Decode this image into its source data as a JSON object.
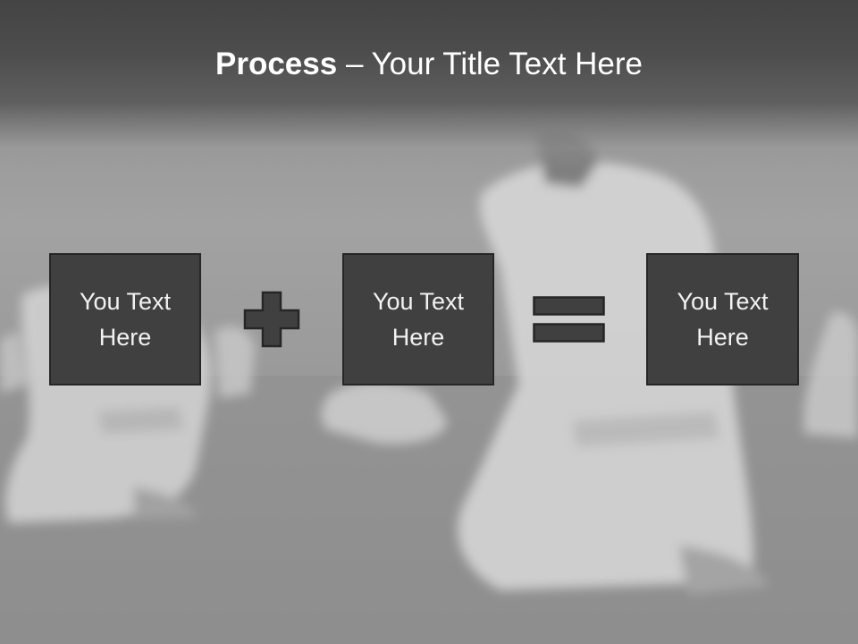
{
  "slide": {
    "title_bold": "Process",
    "title_rest": " – Your Title Text Here",
    "boxes": [
      {
        "line1": "You Text",
        "line2": "Here"
      },
      {
        "line1": "You Text",
        "line2": "Here"
      },
      {
        "line1": "You Text",
        "line2": "Here"
      }
    ],
    "operators": [
      "plus-icon",
      "equals-icon"
    ],
    "background": "grayscale photo of martial artists in white uniforms kneeling on a mat"
  },
  "colors": {
    "header": "#444444",
    "box_fill": "#404040",
    "box_border": "#262626",
    "text": "#ffffff"
  }
}
